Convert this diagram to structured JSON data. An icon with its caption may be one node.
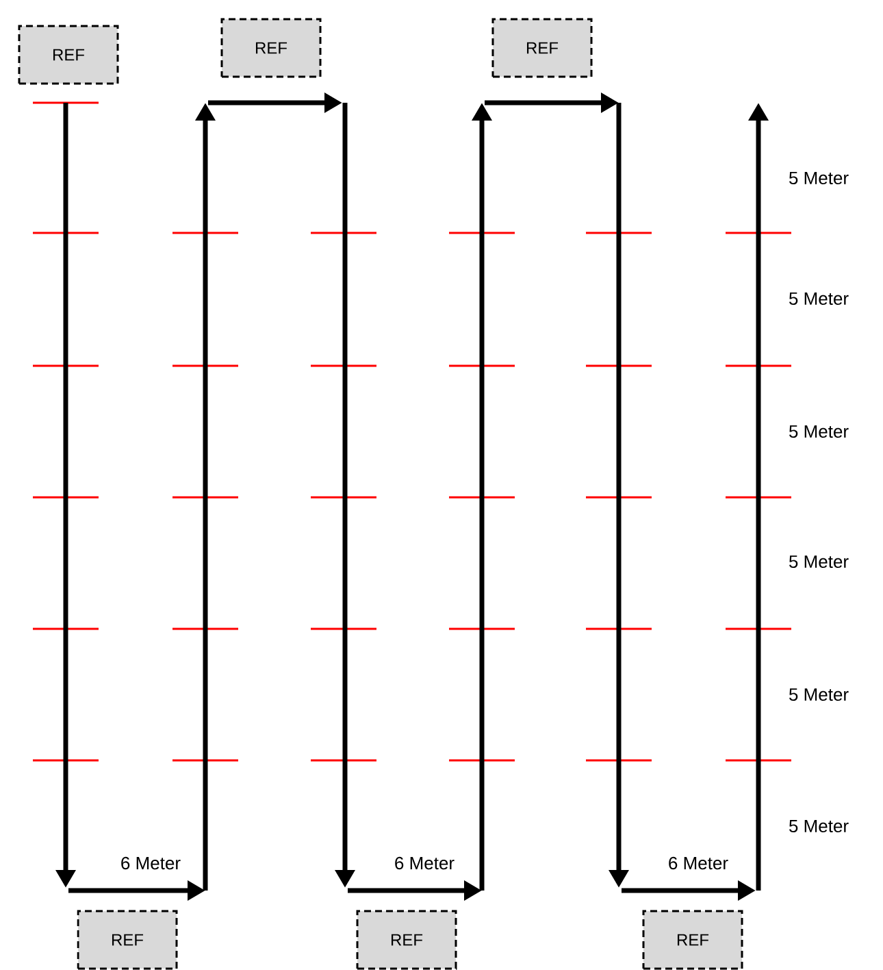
{
  "diagram": {
    "nodes": [
      {
        "text": [
          "REF"
        ]
      },
      {
        "text": [
          "REF"
        ]
      },
      {
        "text": [
          "REF"
        ]
      },
      {
        "text": [
          "REF"
        ]
      },
      {
        "text": [
          "REF"
        ]
      },
      {
        "text": [
          "REF"
        ]
      }
    ],
    "labels": [
      "5 Meter",
      "5 Meter",
      "5 Meter",
      "5 Meter",
      "5 Meter",
      "5 Meter",
      "6 Meter",
      "6 Meter",
      "6 Meter"
    ]
  }
}
